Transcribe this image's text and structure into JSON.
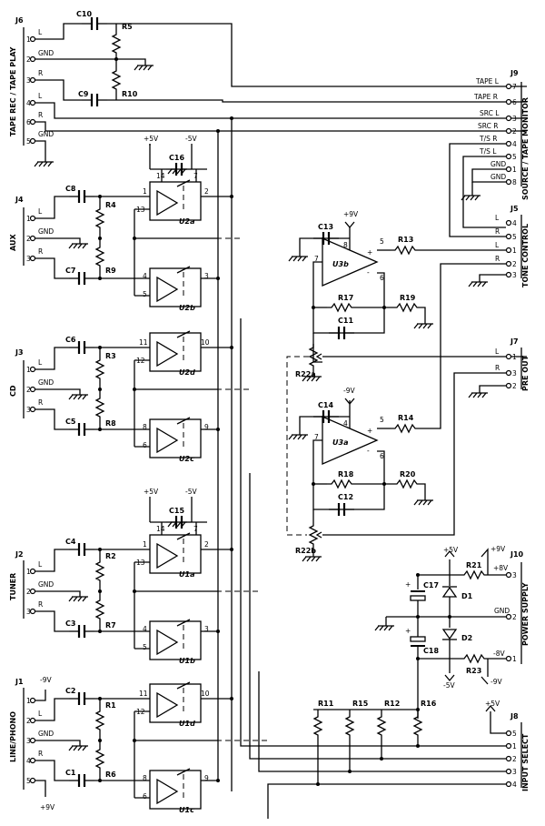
{
  "jacks": {
    "j6": {
      "ref": "J6",
      "title": "TAPE REC / TAPE PLAY",
      "pins": [
        "L",
        "GND",
        "R",
        "L",
        "R",
        "GND"
      ],
      "nums": [
        "1",
        "2",
        "3",
        "4",
        "6",
        "5"
      ]
    },
    "j4": {
      "ref": "J4",
      "title": "AUX",
      "pins": [
        "L",
        "GND",
        "R"
      ],
      "nums": [
        "1",
        "2",
        "3"
      ]
    },
    "j3": {
      "ref": "J3",
      "title": "CD",
      "pins": [
        "L",
        "GND",
        "R"
      ],
      "nums": [
        "1",
        "2",
        "3"
      ]
    },
    "j2": {
      "ref": "J2",
      "title": "TUNER",
      "pins": [
        "L",
        "GND",
        "R"
      ],
      "nums": [
        "1",
        "2",
        "3"
      ]
    },
    "j1": {
      "ref": "J1",
      "title": "LINE/PHONO",
      "pins": [
        "-9V",
        "L",
        "GND",
        "R",
        "+9V"
      ],
      "nums": [
        "1",
        "2",
        "3",
        "4",
        "5"
      ]
    },
    "j9": {
      "ref": "J9",
      "title": "SOURCE / TAPE MONITOR",
      "pins": [
        "TAPE L",
        "TAPE R",
        "SRC L",
        "SRC R",
        "T/S R",
        "T/S L",
        "GND",
        "GND"
      ],
      "nums": [
        "7",
        "6",
        "3",
        "2",
        "4",
        "5",
        "1",
        "8"
      ]
    },
    "j5": {
      "ref": "J5",
      "title": "TONE CONTROL",
      "pins": [
        "L",
        "R",
        "L",
        "R",
        "GND"
      ],
      "nums": [
        "4",
        "5",
        "1",
        "2",
        "3"
      ]
    },
    "j7": {
      "ref": "J7",
      "title": "PRE OUT",
      "pins": [
        "L",
        "R",
        "GND"
      ],
      "nums": [
        "1",
        "3",
        "2"
      ]
    },
    "j10": {
      "ref": "J10",
      "title": "POWER SUPPLY",
      "pins": [
        "+9V",
        "GND",
        "-9V"
      ],
      "nums": [
        "3",
        "2",
        "1"
      ]
    },
    "j8": {
      "ref": "J8",
      "title": "INPUT SELECT",
      "pins": [
        "+5V"
      ],
      "nums": [
        "5",
        "1",
        "2",
        "3",
        "4"
      ]
    }
  },
  "parts": {
    "c10": "C10",
    "c9": "C9",
    "r5": "R5",
    "r10": "R10",
    "c8": "C8",
    "c7": "C7",
    "r4": "R4",
    "r9": "R9",
    "c6": "C6",
    "c5": "C5",
    "r3": "R3",
    "r8": "R8",
    "c4": "C4",
    "c3": "C3",
    "r2": "R2",
    "r7": "R7",
    "c2": "C2",
    "c1": "C1",
    "r1": "R1",
    "r6": "R6",
    "c16": "C16",
    "c15": "C15",
    "u2a": "U2a",
    "u2b": "U2b",
    "u2d": "U2d",
    "u2c": "U2c",
    "u1a": "U1a",
    "u1b": "U1b",
    "u1d": "U1d",
    "u1c": "U1c",
    "u3b": "U3b",
    "u3a": "U3a",
    "c13": "C13",
    "c14": "C14",
    "c11": "C11",
    "c12": "C12",
    "r13": "R13",
    "r14": "R14",
    "r17": "R17",
    "r18": "R18",
    "r19": "R19",
    "r20": "R20",
    "r22a": "R22a",
    "r22b": "R22b",
    "c17": "C17",
    "c18": "C18",
    "r21": "R21",
    "r23": "R23",
    "d1": "D1",
    "d2": "D2",
    "r11": "R11",
    "r15": "R15",
    "r12": "R12",
    "r16": "R16"
  },
  "rails": {
    "p5": "+5V",
    "m5": "-5V",
    "p9": "+9V",
    "m9": "-9V",
    "p8": "+8V",
    "m8": "-8V",
    "gnd": "GND",
    "plus": "+",
    "minus": "-"
  },
  "pins": {
    "p1": "1",
    "p2": "2",
    "p3": "3",
    "p4": "4",
    "p5": "5",
    "p6": "6",
    "p7": "7",
    "p8": "8",
    "p9": "9",
    "p10": "10",
    "p11": "11",
    "p12": "12",
    "p13": "13",
    "p14": "14"
  }
}
